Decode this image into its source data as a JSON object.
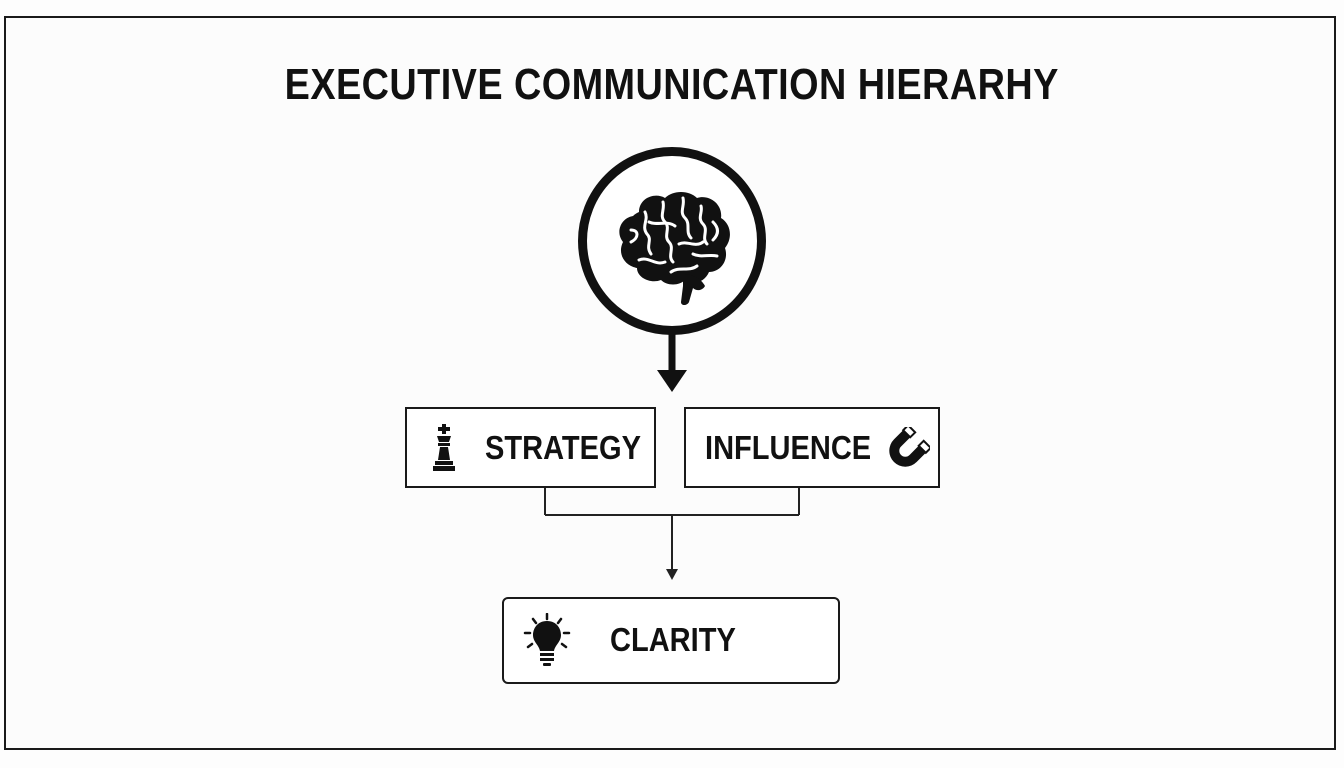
{
  "diagram": {
    "title": "EXECUTIVE COMMUNICATION HIERARHY",
    "top_node": {
      "icon": "brain-icon"
    },
    "middle_nodes": [
      {
        "label": "STRATEGY",
        "icon": "chess-king-icon"
      },
      {
        "label": "INFLUENCE",
        "icon": "magnet-icon"
      }
    ],
    "bottom_node": {
      "label": "CLARITY",
      "icon": "lightbulb-icon"
    },
    "colors": {
      "ink": "#111111",
      "background": "#fdfdfd",
      "box_fill": "#ffffff"
    }
  }
}
